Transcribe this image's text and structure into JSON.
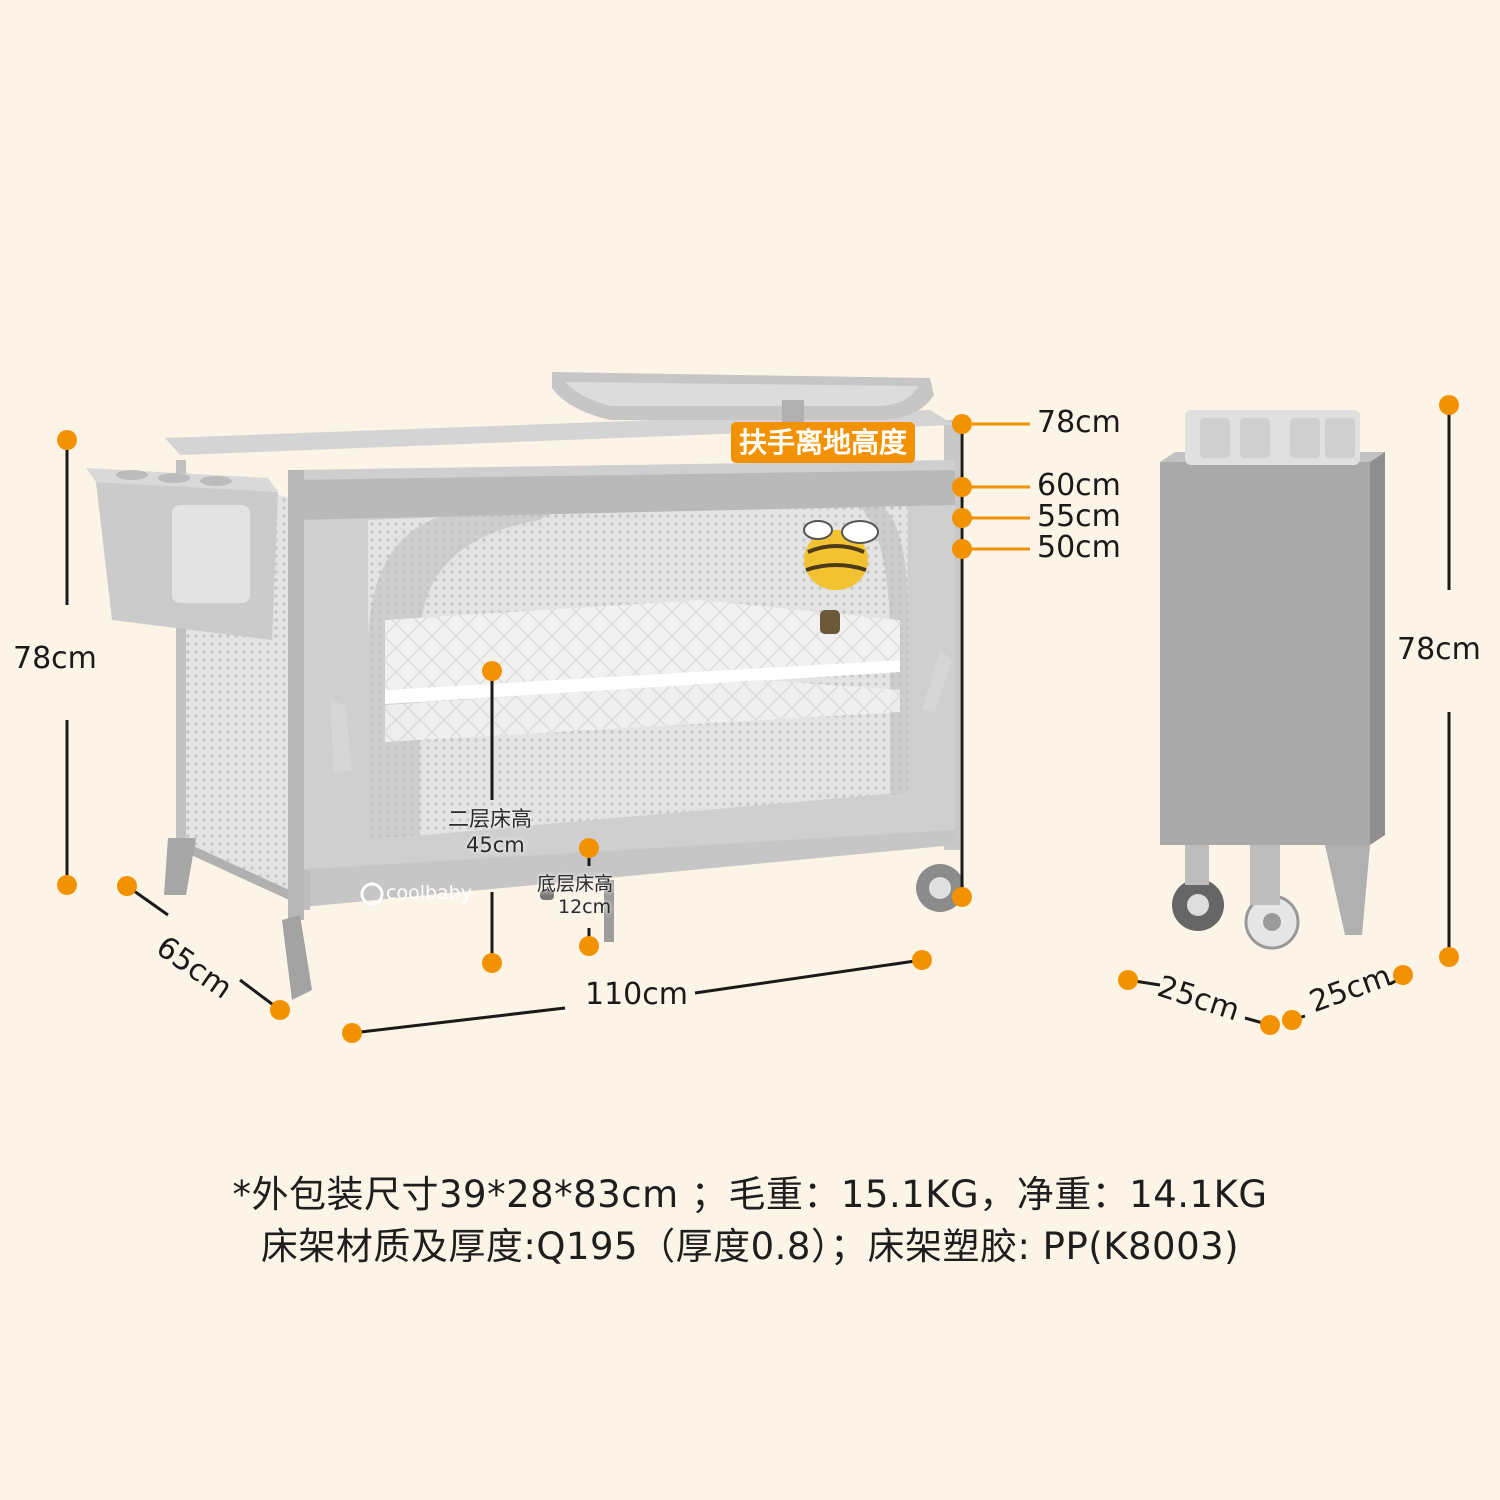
{
  "colors": {
    "background": "#fcf4e6",
    "accent_orange": "#f39200",
    "frame_gray": "#a9a9a9",
    "text": "#1a1a1a"
  },
  "brand": {
    "logo_text": "coolbaby"
  },
  "crib": {
    "height_label": "78cm",
    "depth_label": "65cm",
    "width_label": "110cm",
    "second_layer_title": "二层床高",
    "second_layer_value": "45cm",
    "bottom_layer_title": "底层床高",
    "bottom_layer_value": "12cm",
    "handrail_badge": "扶手离地高度",
    "handrail_heights": [
      "78cm",
      "60cm",
      "55cm",
      "50cm"
    ]
  },
  "folded": {
    "height_label": "78cm",
    "depth_label": "25cm",
    "width_label": "25cm"
  },
  "footer": {
    "line1": "*外包装尺寸39*28*83cm ；毛重：15.1KG，净重：14.1KG",
    "line2": "床架材质及厚度:Q195（厚度0.8）；床架塑胶: PP(K8003)"
  }
}
